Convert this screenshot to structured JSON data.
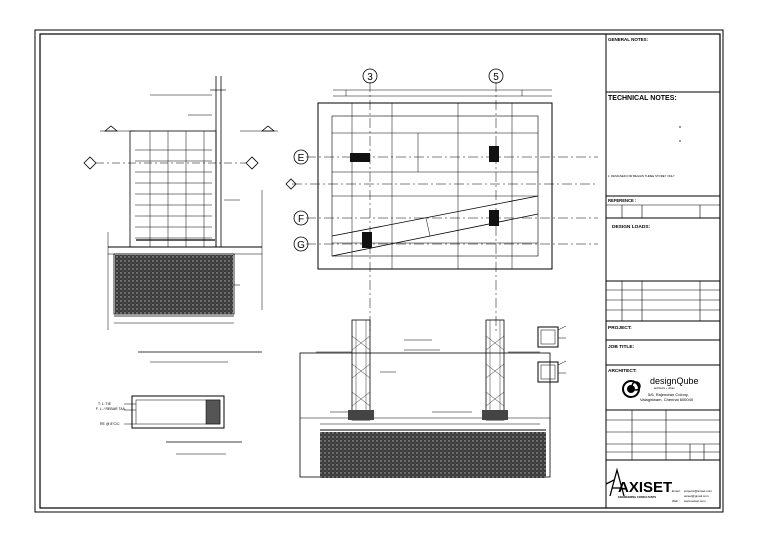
{
  "title_block": {
    "general_notes": "GENERAL NOTES:",
    "technical_notes": "TECHNICAL NOTES:",
    "tech_note_line": "1. DESIGNED FOR BEGGIN THREE STOREY ONLY",
    "reference": "REFERENCE :",
    "design_loads": "DESIGN LOADS:",
    "project": "PROJECT:",
    "job_title": "JOB TITLE:",
    "architect": "ARCHITECT:",
    "architect_name": "designQube",
    "architect_sub": "architects + urban",
    "architect_addr1": "5/6, Rajendran Colony,",
    "architect_addr2": "Valagiriwam, Chennai 600040",
    "firm_logo": "AXISET",
    "firm_tagline": "ENGINEERING CONSULTANTS",
    "contact_email_label": "Email :",
    "contact_email": "projects@axiset.com",
    "contact_email2": "axiset@gmail.com",
    "contact_web_label": "Web :",
    "contact_web": "www.axiset.com"
  },
  "grid_labels": {
    "col_3": "3",
    "col_5": "5",
    "row_e": "E",
    "row_f": "F",
    "row_g": "G"
  },
  "section_labels": {
    "beam_label_1": "T. L. TIE",
    "beam_label_2": "F. L. / REBAR TAIL",
    "beam_label_3": "RE @ 8\"C/C"
  }
}
